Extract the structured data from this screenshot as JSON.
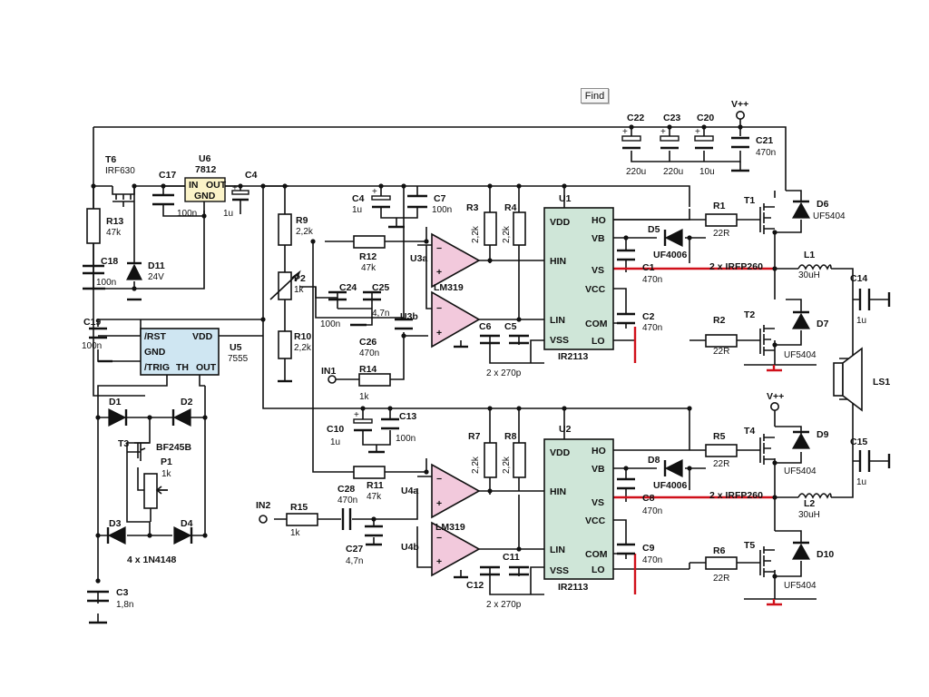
{
  "toolbar": {
    "find_label": "Find"
  },
  "colors": {
    "ic_driver": "#cfe6d8",
    "ic_timer": "#cfe6f2",
    "regulator": "#fbf3c8",
    "comparator": "#f2c9dc",
    "highlight_wire": "#d0101a"
  },
  "components": {
    "T6": {
      "ref": "T6",
      "value": "IRF630"
    },
    "U6": {
      "ref": "U6",
      "value": "7812",
      "pins": [
        "IN",
        "OUT",
        "GND"
      ]
    },
    "C17": {
      "ref": "C17",
      "value": "100n"
    },
    "C4a": {
      "ref": "C4",
      "value": "1u"
    },
    "R13": {
      "ref": "R13",
      "value": "47k"
    },
    "C18": {
      "ref": "C18",
      "value": "100n"
    },
    "D11": {
      "ref": "D11",
      "value": "24V"
    },
    "R9": {
      "ref": "R9",
      "value": "2,2k"
    },
    "P2": {
      "ref": "P2",
      "value": "1k"
    },
    "R10": {
      "ref": "R10",
      "value": "2,2k"
    },
    "C4b": {
      "ref": "C4",
      "value": "1u"
    },
    "C7": {
      "ref": "C7",
      "value": "100n"
    },
    "R12": {
      "ref": "R12",
      "value": "47k"
    },
    "C24": {
      "ref": "C24",
      "value": "100n"
    },
    "C25": {
      "ref": "C25",
      "value": "4,7n"
    },
    "C26": {
      "ref": "C26",
      "value": "470n"
    },
    "R14": {
      "ref": "R14",
      "value": "1k"
    },
    "IN1": {
      "ref": "IN1"
    },
    "U3a": {
      "ref": "U3a"
    },
    "U3b": {
      "ref": "U3b"
    },
    "LM319a": {
      "value": "LM319"
    },
    "R3": {
      "ref": "R3",
      "value": "2,2k"
    },
    "R4": {
      "ref": "R4",
      "value": "2,2k"
    },
    "C6": {
      "ref": "C6"
    },
    "C5": {
      "ref": "C5"
    },
    "C56": {
      "value": "2 x 270p"
    },
    "U1": {
      "ref": "U1",
      "value": "IR2113",
      "pins": [
        "VDD",
        "HIN",
        "LIN",
        "VSS",
        "HO",
        "VB",
        "VS",
        "VCC",
        "COM",
        "LO"
      ]
    },
    "D5": {
      "ref": "D5",
      "value": "UF4006"
    },
    "C1": {
      "ref": "C1",
      "value": "470n"
    },
    "C2": {
      "ref": "C2",
      "value": "470n"
    },
    "R1": {
      "ref": "R1",
      "value": "22R"
    },
    "R2": {
      "ref": "R2",
      "value": "22R"
    },
    "T1": {
      "ref": "T1"
    },
    "T2": {
      "ref": "T2"
    },
    "IRFP1": {
      "value": "2 x IRFP260"
    },
    "D6": {
      "ref": "D6",
      "value": "UF5404"
    },
    "D7": {
      "ref": "D7",
      "value": "UF5404"
    },
    "L1": {
      "ref": "L1",
      "value": "30uH"
    },
    "C14": {
      "ref": "C14",
      "value": "1u"
    },
    "LS1": {
      "ref": "LS1"
    },
    "C22": {
      "ref": "C22",
      "value": "220u"
    },
    "C23": {
      "ref": "C23",
      "value": "220u"
    },
    "C20": {
      "ref": "C20",
      "value": "10u"
    },
    "C21": {
      "ref": "C21",
      "value": "470n"
    },
    "Vpp1": {
      "value": "V++"
    },
    "C19": {
      "ref": "C19",
      "value": "100n"
    },
    "U5": {
      "ref": "U5",
      "value": "7555",
      "pins": [
        "/RST",
        "VDD",
        "GND",
        "/TRIG",
        "TH",
        "OUT"
      ]
    },
    "D1": {
      "ref": "D1"
    },
    "D2": {
      "ref": "D2"
    },
    "D3": {
      "ref": "D3"
    },
    "D4": {
      "ref": "D4"
    },
    "T3": {
      "ref": "T3",
      "value": "BF245B"
    },
    "P1": {
      "ref": "P1",
      "value": "1k"
    },
    "D14148": {
      "value": "4 x 1N4148"
    },
    "C3": {
      "ref": "C3",
      "value": "1,8n"
    },
    "C10": {
      "ref": "C10",
      "value": "1u"
    },
    "C13": {
      "ref": "C13",
      "value": "100n"
    },
    "R11": {
      "ref": "R11",
      "value": "47k"
    },
    "C28": {
      "ref": "C28",
      "value": "470n"
    },
    "R15": {
      "ref": "R15",
      "value": "1k"
    },
    "IN2": {
      "ref": "IN2"
    },
    "C27": {
      "ref": "C27",
      "value": "4,7n"
    },
    "U4a": {
      "ref": "U4a"
    },
    "U4b": {
      "ref": "U4b"
    },
    "LM319b": {
      "value": "LM319"
    },
    "R7": {
      "ref": "R7",
      "value": "2,2k"
    },
    "R8": {
      "ref": "R8",
      "value": "2,2k"
    },
    "C12": {
      "ref": "C12"
    },
    "C11": {
      "ref": "C11"
    },
    "C1112": {
      "value": "2 x 270p"
    },
    "U2": {
      "ref": "U2",
      "value": "IR2113",
      "pins": [
        "VDD",
        "HIN",
        "LIN",
        "VSS",
        "HO",
        "VB",
        "VS",
        "VCC",
        "COM",
        "LO"
      ]
    },
    "D8": {
      "ref": "D8",
      "value": "UF4006"
    },
    "C8": {
      "ref": "C8",
      "value": "470n"
    },
    "C9": {
      "ref": "C9",
      "value": "470n"
    },
    "R5": {
      "ref": "R5",
      "value": "22R"
    },
    "R6": {
      "ref": "R6",
      "value": "22R"
    },
    "T4": {
      "ref": "T4"
    },
    "T5": {
      "ref": "T5"
    },
    "IRFP2": {
      "value": "2 x IRFP260"
    },
    "D9": {
      "ref": "D9",
      "value": "UF5404"
    },
    "D10": {
      "ref": "D10",
      "value": "UF5404"
    },
    "L2": {
      "ref": "L2",
      "value": "30uH"
    },
    "C15": {
      "ref": "C15",
      "value": "1u"
    },
    "Vpp2": {
      "value": "V++"
    },
    "sign_plus": "+",
    "sign_minus": "−"
  }
}
